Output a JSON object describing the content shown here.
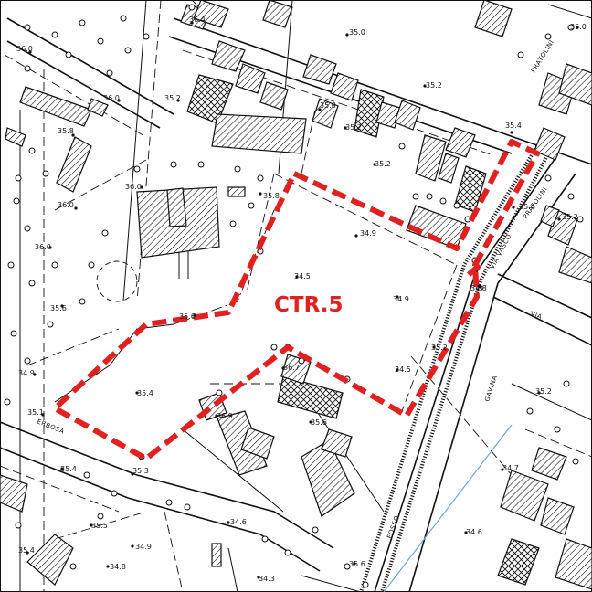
{
  "map": {
    "label": "CTR.5",
    "boundary_color": "#e0211f",
    "water_color": "#6fa8dc",
    "streets": [
      {
        "id": "via-vasco",
        "text": "VIA VASCO"
      },
      {
        "id": "pratolini",
        "text": "PRATOLINI"
      },
      {
        "id": "via-right",
        "text": "VIA"
      },
      {
        "id": "gavina",
        "text": "GAVINA"
      },
      {
        "id": "erbosa",
        "text": "ERBOSA"
      },
      {
        "id": "fosso",
        "text": "FOSSO"
      },
      {
        "id": "top-right-road",
        "text": "PRATOLINI"
      }
    ],
    "elevations": [
      "36.0",
      "36.0",
      "35.8",
      "36.0",
      "35.6",
      "36.0",
      "35.2",
      "34.9",
      "35.1",
      "36.0",
      "35.8",
      "35.6",
      "35.4",
      "35.3",
      "36.4",
      "35.0",
      "35.0",
      "35.2",
      "35.2",
      "34.9",
      "34.5",
      "34.9",
      "35.2",
      "34.8",
      "34.5",
      "35.4",
      "35.2",
      "35.4",
      "35.2",
      "36.7",
      "36.9",
      "35.6",
      "35.4",
      "35.5",
      "34.9",
      "34.8",
      "34.6",
      "34.3",
      "35.6",
      "34.7",
      "34.6",
      "35.2",
      "35.4",
      "35.0"
    ]
  }
}
